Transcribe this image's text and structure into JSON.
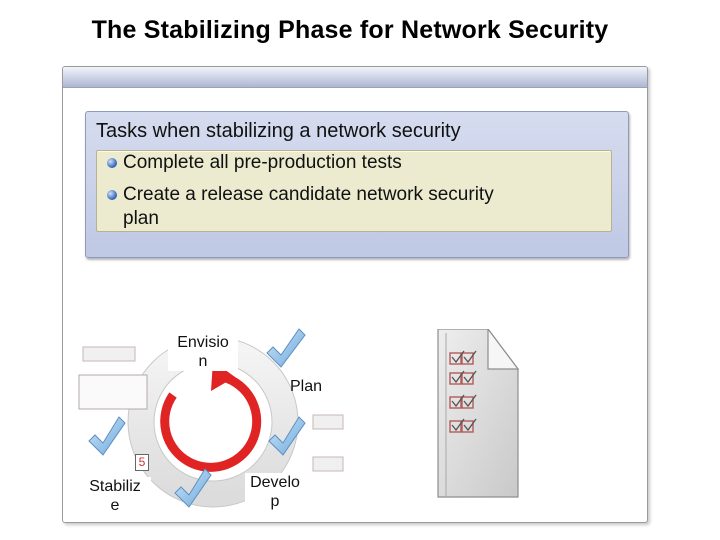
{
  "slide": {
    "title": "The Stabilizing Phase for Network Security"
  },
  "panel": {
    "heading": "Tasks when stabilizing a network security",
    "tasks": [
      {
        "line1": "Complete all pre-production tests",
        "line2": ""
      },
      {
        "line1": "Create a release candidate network security",
        "line2": "plan"
      }
    ]
  },
  "cycle": {
    "phases": [
      {
        "line1": "Envisio",
        "line2": "n"
      },
      {
        "line1": "Plan",
        "line2": ""
      },
      {
        "line1": "Develo",
        "line2": "p"
      },
      {
        "line1": "Stabiliz",
        "line2": "e"
      }
    ],
    "step_number": "5",
    "arrow_color": "#e02424",
    "check_color": "#7fb8e6"
  },
  "document": {
    "icon": "checklist-document-icon"
  }
}
